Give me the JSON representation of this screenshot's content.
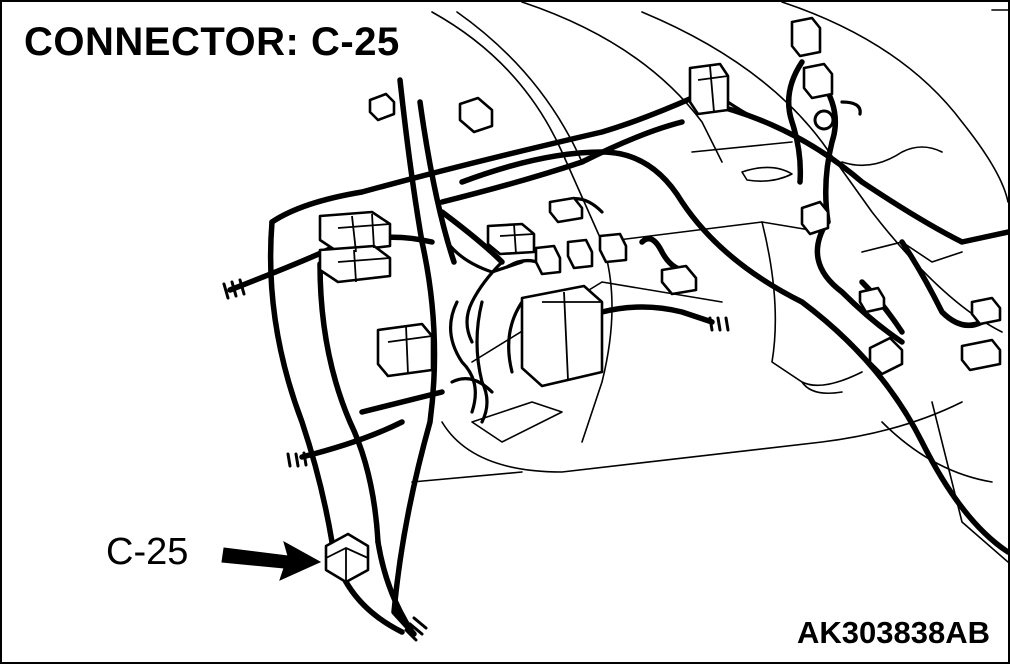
{
  "title": "CONNECTOR: C-25",
  "callout_label": "C-25",
  "figure_id": "AK303838AB",
  "colors": {
    "line": "#000000",
    "background": "#ffffff"
  }
}
